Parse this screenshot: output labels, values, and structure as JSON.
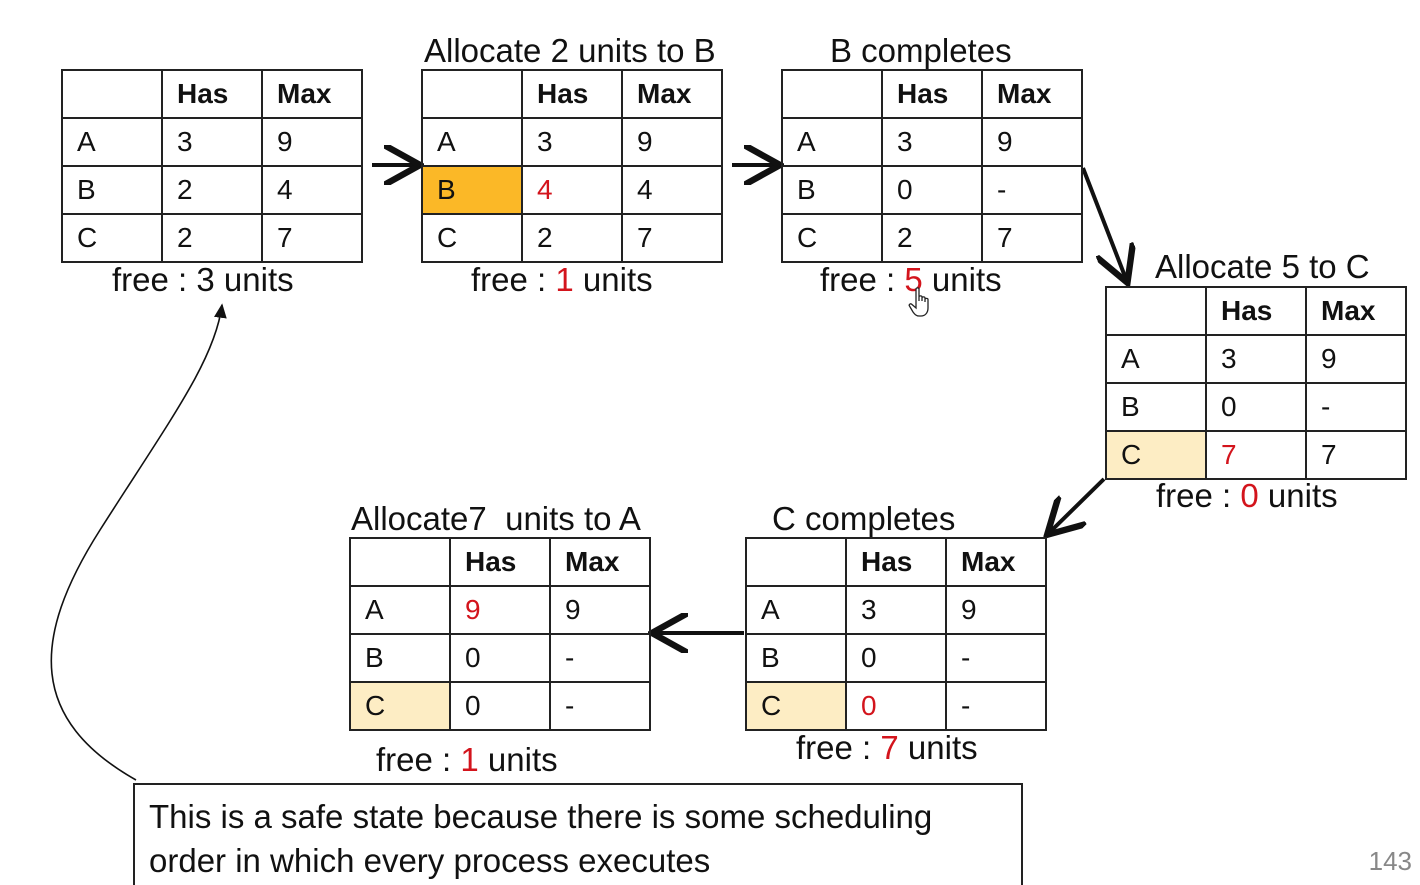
{
  "steps": [
    {
      "title": "",
      "header": [
        "",
        "Has",
        "Max"
      ],
      "rows": [
        [
          "A",
          "3",
          "9"
        ],
        [
          "B",
          "2",
          "4"
        ],
        [
          "C",
          "2",
          "7"
        ]
      ],
      "free_prefix": "free : ",
      "free_value": "3",
      "free_suffix": " units"
    },
    {
      "title": "Allocate 2 units to B",
      "header": [
        "",
        "Has",
        "Max"
      ],
      "rows": [
        [
          "A",
          "3",
          "9"
        ],
        [
          "B",
          "4",
          "4"
        ],
        [
          "C",
          "2",
          "7"
        ]
      ],
      "free_prefix": "free : ",
      "free_value": "1",
      "free_suffix": " units"
    },
    {
      "title": "B completes",
      "header": [
        "",
        "Has",
        "Max"
      ],
      "rows": [
        [
          "A",
          "3",
          "9"
        ],
        [
          "B",
          "0",
          "-"
        ],
        [
          "C",
          "2",
          "7"
        ]
      ],
      "free_prefix": "free : ",
      "free_value": "5",
      "free_suffix": " units"
    },
    {
      "title": "Allocate 5 to C",
      "header": [
        "",
        "Has",
        "Max"
      ],
      "rows": [
        [
          "A",
          "3",
          "9"
        ],
        [
          "B",
          "0",
          "-"
        ],
        [
          "C",
          "7",
          "7"
        ]
      ],
      "free_prefix": "free : ",
      "free_value": "0",
      "free_suffix": " units"
    },
    {
      "title": "C completes",
      "header": [
        "",
        "Has",
        "Max"
      ],
      "rows": [
        [
          "A",
          "3",
          "9"
        ],
        [
          "B",
          "0",
          "-"
        ],
        [
          "C",
          "0",
          "-"
        ]
      ],
      "free_prefix": "free : ",
      "free_value": "7",
      "free_suffix": " units"
    },
    {
      "title": "Allocate7  units to A",
      "header": [
        "",
        "Has",
        "Max"
      ],
      "rows": [
        [
          "A",
          "9",
          "9"
        ],
        [
          "B",
          "0",
          "-"
        ],
        [
          "C",
          "0",
          "-"
        ]
      ],
      "free_prefix": "free : ",
      "free_value": "1",
      "free_suffix": " units"
    }
  ],
  "note": {
    "line1": "This is a safe state because there is some scheduling",
    "line2": "order in which every process executes"
  },
  "page_number": "143",
  "colors": {
    "highlight_orange": "#fbb827",
    "highlight_cream": "#fdedc4",
    "changed_value_red": "#d3141c"
  },
  "icons": {
    "cursor": "hand-pointer-icon"
  }
}
